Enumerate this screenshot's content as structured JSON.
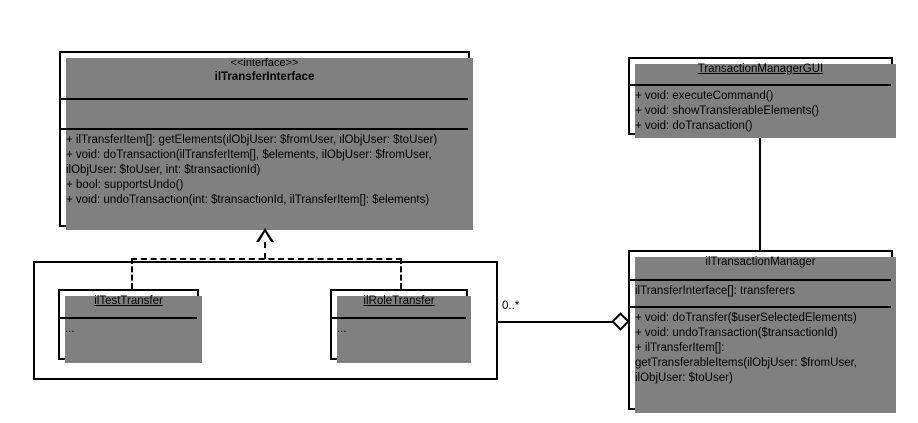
{
  "diagram": {
    "kind": "uml-class-diagram",
    "background": "#ffffff",
    "line_color": "#000000",
    "shadow_color": "#808080"
  },
  "interface_box": {
    "stereotype": "<<interface>>",
    "name": "ilTransferInterface",
    "attributes": [],
    "attributes_text": "",
    "operations": [
      "+ ilTransferItem[]: getElements(ilObjUser: $fromUser, ilObjUser: $toUser)",
      "+ void: doTransaction(ilTransferItem[], $elements, ilObjUser: $fromUser, ilObjUser: $toUser, int: $transactionId)",
      "+ bool: supportsUndo()",
      "+ void: undoTransaction(int: $transactionId, ilTransferItem[]: $elements)"
    ],
    "operations_text": "+ ilTransferItem[]: getElements(ilObjUser: $fromUser, ilObjUser: $toUser)\n+ void: doTransaction(ilTransferItem[], $elements, ilObjUser: $fromUser, ilObjUser: $toUser, int: $transactionId)\n+ bool: supportsUndo()\n+ void: undoTransaction(int: $transactionId, ilTransferItem[]: $elements)"
  },
  "gui_box": {
    "name": "TransactionManagerGUI",
    "operations": [
      "+ void: executeCommand()",
      "+ void: showTransferableElements()",
      "+ void: doTransaction()"
    ],
    "operations_text": "+ void: executeCommand()\n+ void: showTransferableElements()\n+ void: doTransaction()"
  },
  "manager_box": {
    "name": "ilTransactionManager",
    "attributes": [
      "ilTransferInterface[]: transferers"
    ],
    "attributes_text": "ilTransferInterface[]: transferers",
    "operations": [
      "+ void: doTransfer($userSelectedElements)",
      "+ void: undoTransaction($transactionId)",
      "+ ilTransferItem[]: getTransferableItems(ilObjUser: $fromUser, ilObjUser: $toUser)"
    ],
    "operations_text": "+ void: doTransfer($userSelectedElements)\n+ void: undoTransaction($transactionId)\n+ ilTransferItem[]:\ngetTransferableItems(ilObjUser: $fromUser,\nilObjUser: $toUser)"
  },
  "test_transfer_box": {
    "name": "ilTestTransfer",
    "body_text": "..."
  },
  "role_transfer_box": {
    "name": "ilRoleTransfer",
    "body_text": "..."
  },
  "relations": {
    "realization_label": "",
    "aggregation_multiplicity": "0..*"
  }
}
